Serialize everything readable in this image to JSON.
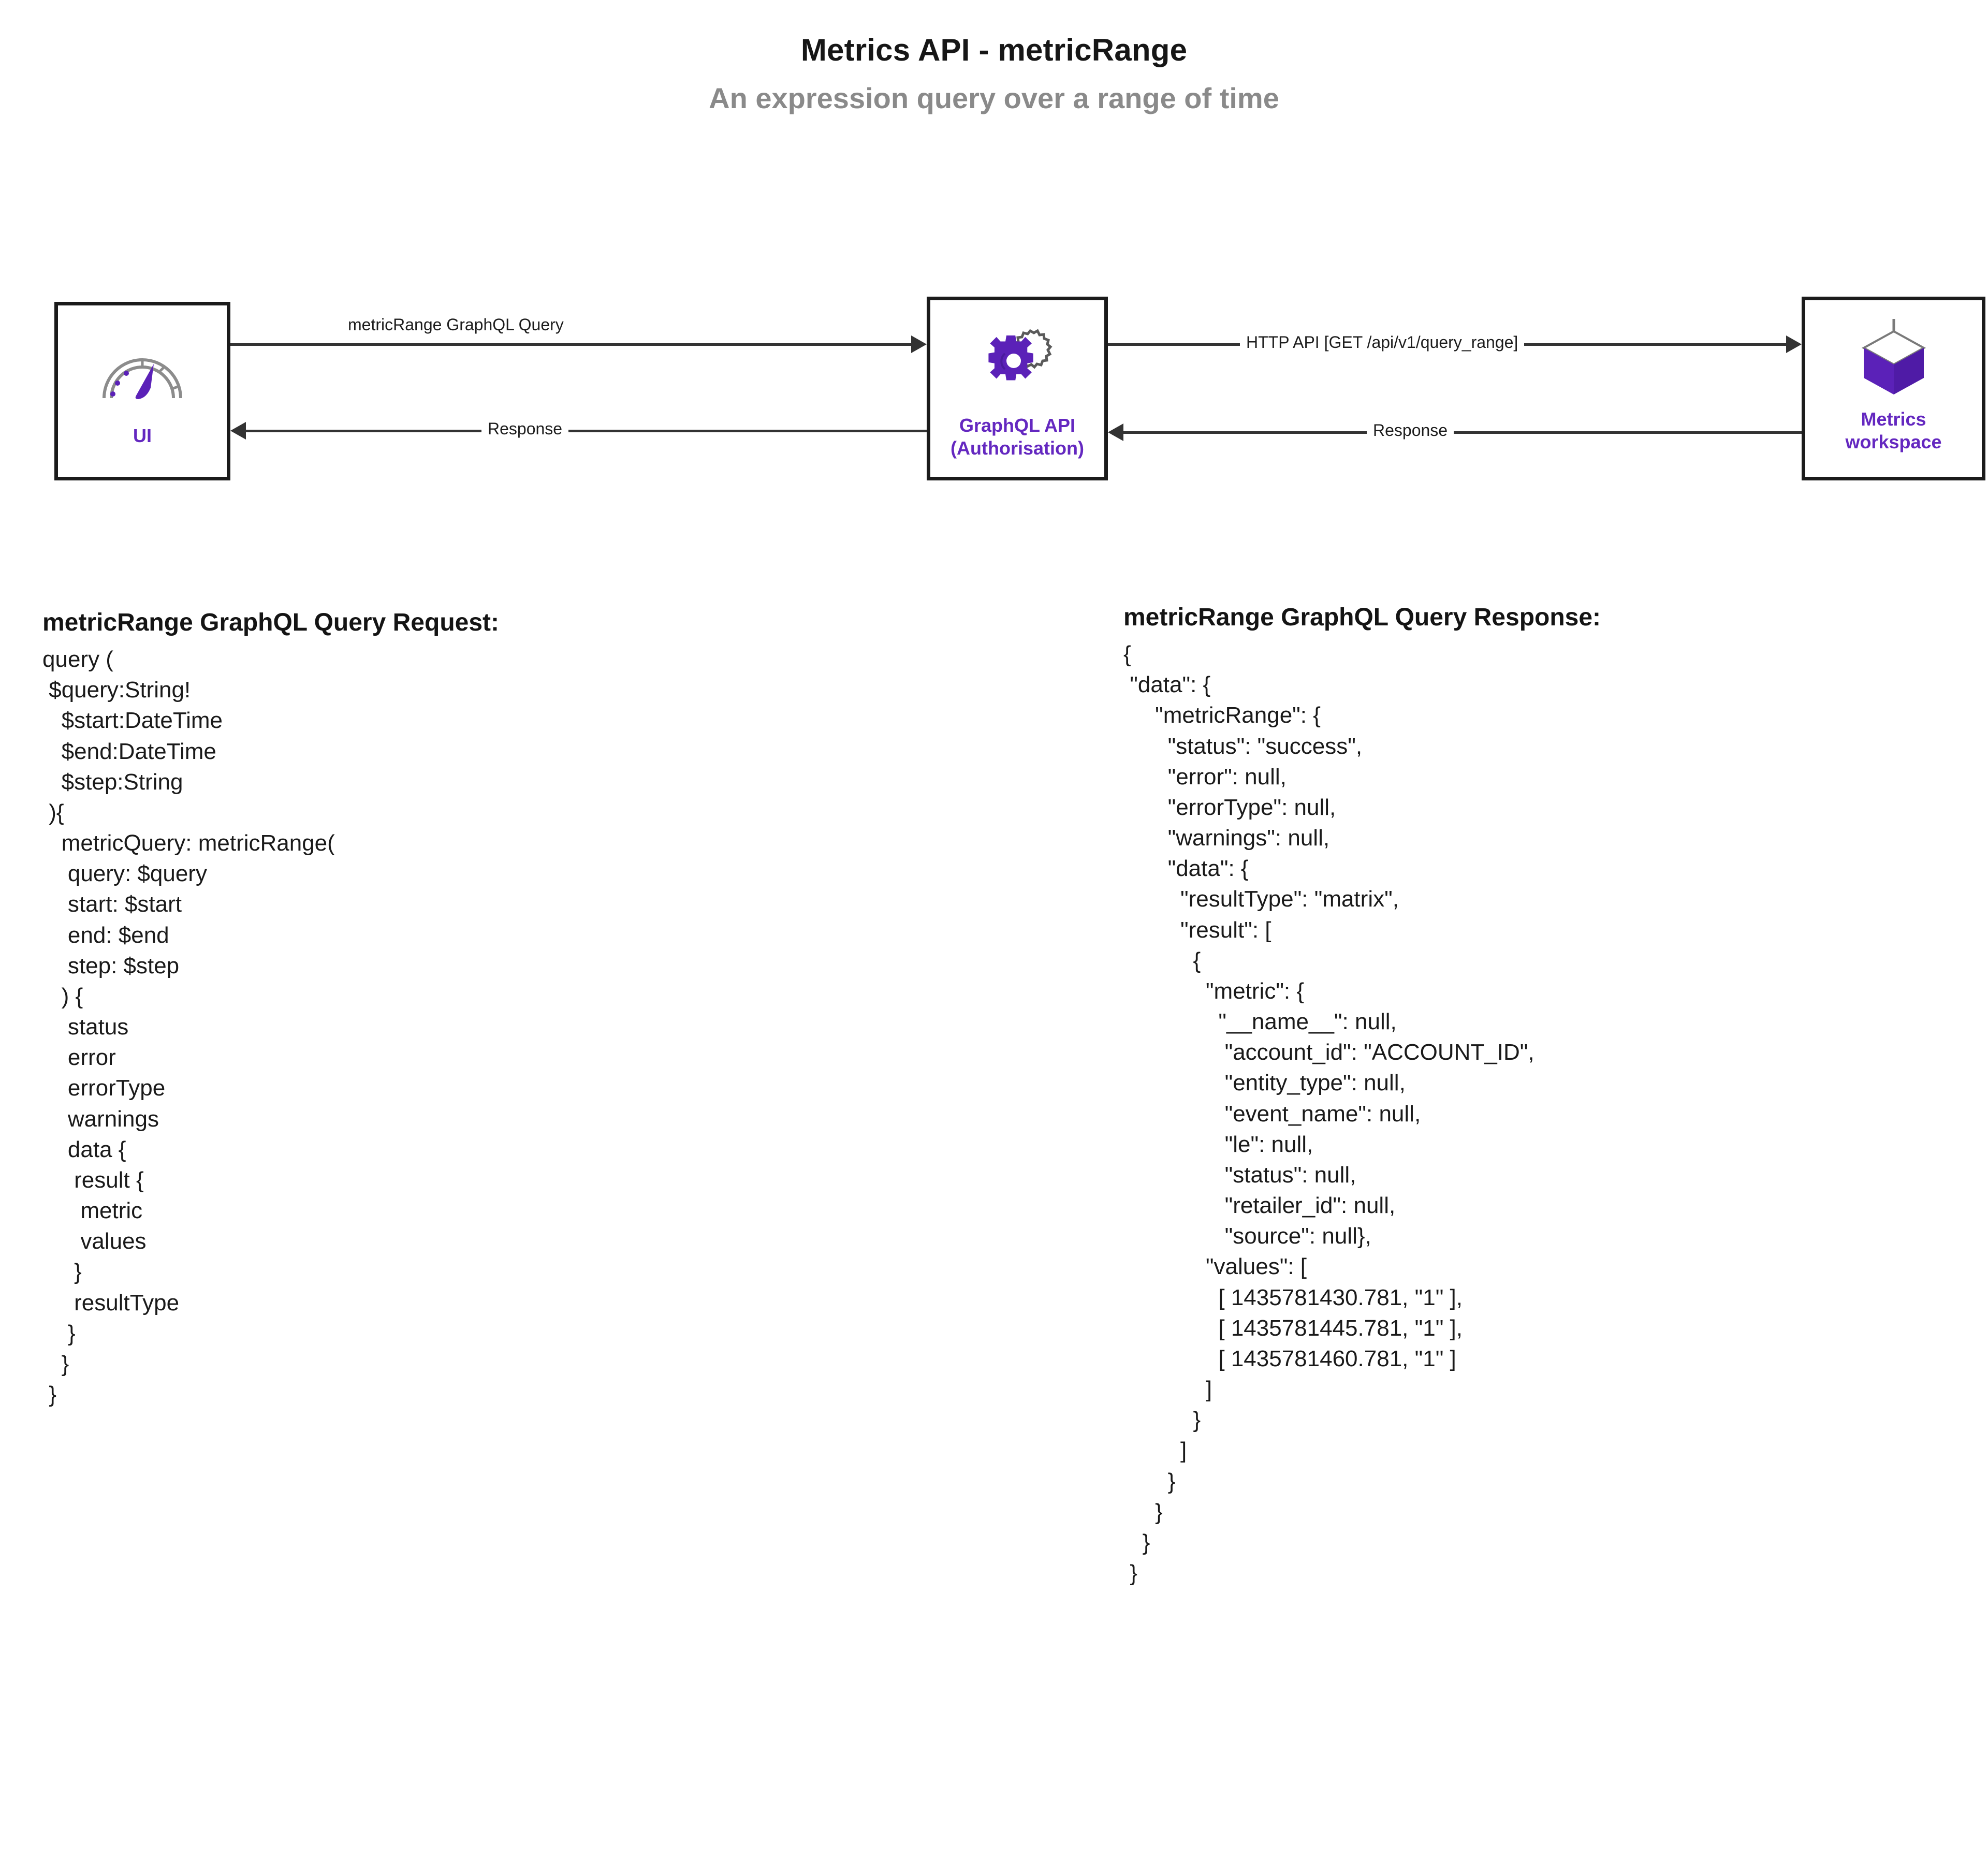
{
  "header": {
    "title": "Metrics API - metricRange",
    "subtitle": "An expression query over a range of time"
  },
  "colors": {
    "accent_purple": "#6428c0",
    "icon_purple": "#5b21b8",
    "box_border": "#1b1b1b",
    "arrow": "#333333",
    "subtitle_gray": "#8a8a8a"
  },
  "diagram": {
    "nodes": [
      {
        "id": "ui",
        "label": "UI",
        "icon": "gauge-icon"
      },
      {
        "id": "graphql-api",
        "label": "GraphQL API\n(Authorisation)",
        "label_line1": "GraphQL API",
        "label_line2": "(Authorisation)",
        "icon": "gears-icon"
      },
      {
        "id": "metrics-workspace",
        "label": "Metrics workspace",
        "label_line1": "Metrics",
        "label_line2": "workspace",
        "icon": "cube-ingest-icon"
      }
    ],
    "connections": [
      {
        "id": "ui-to-graphql",
        "label": "metricRange GraphQL Query",
        "direction": "right",
        "from": "ui",
        "to": "graphql-api"
      },
      {
        "id": "graphql-to-ui",
        "label": "Response",
        "direction": "left",
        "from": "graphql-api",
        "to": "ui"
      },
      {
        "id": "graphql-to-metrics",
        "label": "HTTP API [GET /api/v1/query_range]",
        "direction": "right",
        "from": "graphql-api",
        "to": "metrics-workspace"
      },
      {
        "id": "metrics-to-graphql",
        "label": "Response",
        "direction": "left",
        "from": "metrics-workspace",
        "to": "graphql-api"
      }
    ]
  },
  "request_panel": {
    "title": "metricRange GraphQL Query Request:",
    "code_lines": [
      "query (",
      " $query:String!",
      "   $start:DateTime",
      "   $end:DateTime",
      "   $step:String",
      " ){",
      "   metricQuery: metricRange(",
      "    query: $query",
      "    start: $start",
      "    end: $end",
      "    step: $step",
      "   ) {",
      "    status",
      "    error",
      "    errorType",
      "    warnings",
      "    data {",
      "     result {",
      "      metric",
      "      values",
      "     }",
      "     resultType",
      "    }",
      "   }",
      " }"
    ]
  },
  "response_panel": {
    "title": "metricRange GraphQL Query Response:",
    "code_lines": [
      "{",
      " \"data\": {",
      "     \"metricRange\": {",
      "       \"status\": \"success\",",
      "       \"error\": null,",
      "       \"errorType\": null,",
      "       \"warnings\": null,",
      "       \"data\": {",
      "         \"resultType\": \"matrix\",",
      "         \"result\": [",
      "           {",
      "             \"metric\": {",
      "               \"__name__\": null,",
      "                \"account_id\": \"ACCOUNT_ID\",",
      "                \"entity_type\": null,",
      "                \"event_name\": null,",
      "                \"le\": null,",
      "                \"status\": null,",
      "                \"retailer_id\": null,",
      "                \"source\": null},",
      "             \"values\": [",
      "               [ 1435781430.781, \"1\" ],",
      "               [ 1435781445.781, \"1\" ],",
      "               [ 1435781460.781, \"1\" ]",
      "             ]",
      "           }",
      "         ]",
      "       }",
      "     }",
      "   }",
      " }"
    ]
  },
  "response_values": {
    "result_type": "matrix",
    "status": "success",
    "account_id": "ACCOUNT_ID",
    "samples": [
      {
        "timestamp": 1435781430.781,
        "value": "1"
      },
      {
        "timestamp": 1435781445.781,
        "value": "1"
      },
      {
        "timestamp": 1435781460.781,
        "value": "1"
      }
    ]
  }
}
